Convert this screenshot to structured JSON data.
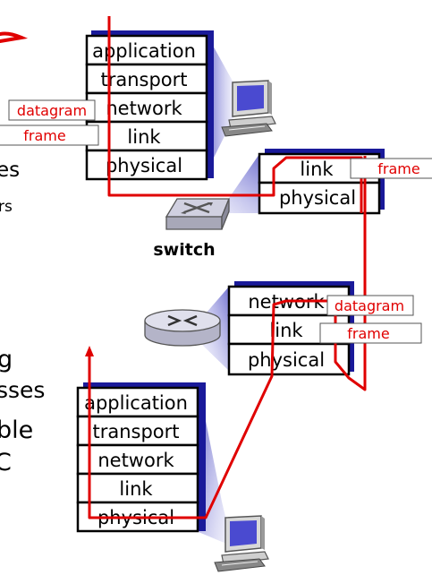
{
  "host_top": {
    "layers": [
      "application",
      "transport",
      "network",
      "link",
      "physical"
    ],
    "overlays": [
      "datagram",
      "frame"
    ]
  },
  "switch": {
    "layers": [
      "link",
      "physical"
    ],
    "overlay": "frame",
    "label": "switch"
  },
  "router": {
    "layers": [
      "network",
      "link",
      "physical"
    ],
    "overlays": [
      "datagram",
      "frame"
    ]
  },
  "host_bottom": {
    "layers": [
      "application",
      "transport",
      "network",
      "link",
      "physical"
    ]
  },
  "cut_off_text": [
    "es",
    "rs",
    "g",
    "sses",
    "ble",
    "C"
  ],
  "colors": {
    "path": "#e00000",
    "label_text": "#e00000",
    "shadow": "#1a1a9a",
    "box_border": "#000000"
  },
  "icons": [
    "desktop-computer-icon",
    "switch-icon",
    "router-icon",
    "desktop-computer-icon"
  ]
}
